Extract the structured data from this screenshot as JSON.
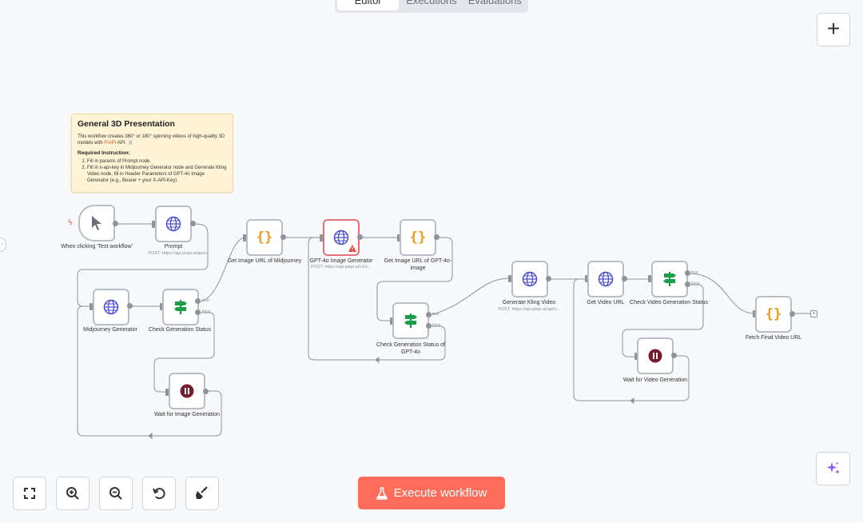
{
  "tabs": [
    "Editor",
    "Executions",
    "Evaluations"
  ],
  "sticky": {
    "title": "General 3D Presentation",
    "desc_pre": "This workflow creates 360° or 180° spinning videos of high-quality 3D models with ",
    "desc_link": "PiAPI",
    "desc_post": " API. 🐰",
    "instr_title": "Required Instruction:",
    "instr": [
      "Fill in params of Prompt node.",
      "Fill in x-api-key in Midjourney Generator node and Generate Kling Video node, fill in Header Parameters of GPT-4o Image Generator (e.g., Bearer + your X-API-Key)"
    ]
  },
  "nodes": {
    "trigger": {
      "label": "When clicking 'Test workflow'",
      "icon": "pointer-icon"
    },
    "prompt": {
      "label": "Prompt",
      "sub": "POST: https://api.piapi.ai/api/v...",
      "icon": "globe-icon"
    },
    "mj_gen": {
      "label": "Midjourney Generator",
      "icon": "globe-icon"
    },
    "check_gen": {
      "label": "Check Generation Status",
      "icon": "signpost-icon",
      "branch_true": "true",
      "branch_false": "false"
    },
    "wait_img": {
      "label": "Wait for Image Generation",
      "icon": "pause-icon"
    },
    "get_mj_url": {
      "label": "Get Image URL of Midjourney",
      "icon": "code-icon"
    },
    "gpt_gen": {
      "label": "GPT-4o Image Generator",
      "sub": "POST: https://api.piapi.ai/v1/c...",
      "icon": "globe-icon"
    },
    "get_gpt_url": {
      "label": "Get Image URL of GPT-4o-image",
      "icon": "code-icon"
    },
    "check_gpt": {
      "label": "Check Generation Status of GPT-4o",
      "icon": "signpost-icon",
      "branch_true": "true",
      "branch_false": "false"
    },
    "kling": {
      "label": "Generate Kling Video",
      "sub": "POST: https://api.piapi.ai/api/v...",
      "icon": "globe-icon"
    },
    "get_video": {
      "label": "Get Video URL",
      "icon": "globe-icon"
    },
    "check_video": {
      "label": "Check Video Generation Status",
      "icon": "signpost-icon",
      "branch_true": "true",
      "branch_false": "false"
    },
    "wait_video": {
      "label": "Wait for Video Generation",
      "icon": "pause-icon"
    },
    "fetch_final": {
      "label": "Fetch Final Video URL",
      "icon": "code-icon"
    }
  },
  "toolbar": {
    "execute_label": "Execute workflow",
    "tools": [
      "fit-view-icon",
      "zoom-in-icon",
      "zoom-out-icon",
      "reset-zoom-icon",
      "tidy-up-icon"
    ]
  },
  "colors": {
    "execute": "#ff6d5a",
    "globe": "#4a4fd0",
    "code": "#f29a1a",
    "signpost": "#1a9e4a",
    "pause": "#7b1c2c"
  }
}
